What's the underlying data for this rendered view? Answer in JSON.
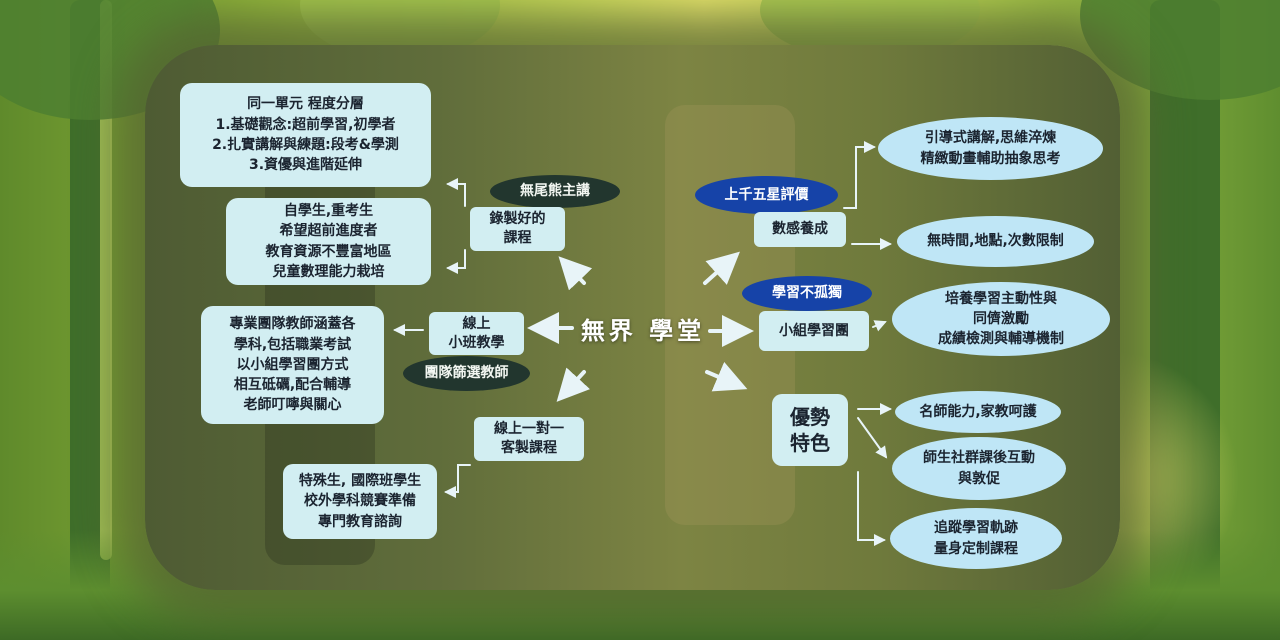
{
  "center": {
    "title": "無界 學堂"
  },
  "left": {
    "recorded": {
      "label_lines": [
        "錄製好的",
        "課程"
      ],
      "tag": "無尾熊主講",
      "details_top": [
        "同一單元 程度分層",
        "1.基礎觀念:超前學習,初學者",
        "2.扎實講解與練題:段考&學測",
        "3.資優與進階延伸"
      ],
      "details_bottom": [
        "自學生,重考生",
        "希望超前進度者",
        "教育資源不豐富地區",
        "兒童數理能力栽培"
      ]
    },
    "small_class": {
      "label_lines": [
        "線上",
        "小班教學"
      ],
      "tag": "團隊篩選教師",
      "details": [
        "專業團隊教師涵蓋各",
        "學科,包括職業考試",
        "以小組學習團方式",
        "相互砥礪,配合輔導",
        "老師叮嚀與關心"
      ]
    },
    "one_on_one": {
      "label_lines": [
        "線上一對一",
        "客製課程"
      ],
      "details": [
        "特殊生, 國際班學生",
        "校外學科競賽準備",
        "專門教育諮詢"
      ]
    }
  },
  "right": {
    "math": {
      "label": "數感養成",
      "tag": "上千五星評價",
      "details_top": [
        "引導式講解,思維淬煉",
        "精緻動畫輔助抽象思考"
      ],
      "details_bottom": [
        "無時間,地點,次數限制"
      ]
    },
    "group": {
      "label": "小組學習團",
      "tag": "學習不孤獨",
      "details": [
        "培養學習主動性與",
        "同儕激勵",
        "成績檢測與輔導機制"
      ]
    },
    "advantages": {
      "label_lines": [
        "優勢",
        "特色"
      ],
      "items": [
        [
          "名師能力,家教呵護"
        ],
        [
          "師生社群課後互動",
          "與敦促"
        ],
        [
          "追蹤學習軌跡",
          "量身定制課程"
        ]
      ]
    }
  },
  "colors": {
    "box_fill": "#d2eef2",
    "ellipse_fill": "#bfe6f6",
    "dark_tag": "#22362e",
    "blue_tag": "#1643a8",
    "arrow": "#e8f4f8"
  }
}
